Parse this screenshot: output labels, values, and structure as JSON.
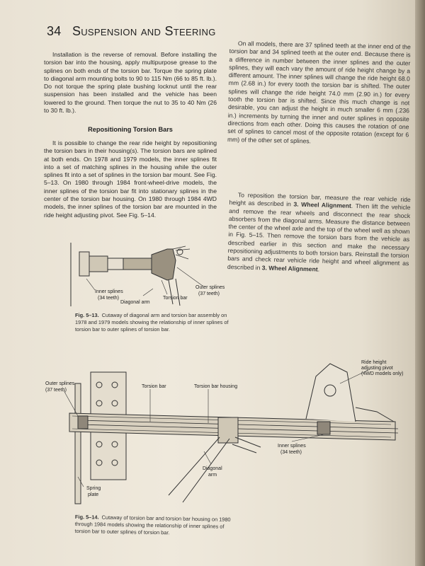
{
  "header": {
    "page_number": "34",
    "title": "Suspension and Steering"
  },
  "col1": {
    "para1": "Installation is the reverse of removal. Before installing the torsion bar into the housing, apply multipurpose grease to the splines on both ends of the torsion bar. Torque the spring plate to diagonal arm mounting bolts to 90 to 115 Nm (66 to 85 ft. lb.). Do not torque the spring plate bushing locknut until the rear suspension has been installed and the vehicle has been lowered to the ground. Then torque the nut to 35 to 40 Nm (26 to 30 ft. lb.).",
    "subheading": "Repositioning Torsion Bars",
    "para2": "It is possible to change the rear ride height by repositioning the torsion bars in their housing(s). The torsion bars are splined at both ends. On 1978 and 1979 models, the inner splines fit into a set of matching splines in the housing while the outer splines fit into a set of splines in the torsion bar mount. See Fig. 5–13. On 1980 through 1984 front-wheel-drive models, the inner splines of the torsion bar fit into stationary splines in the center of the torsion bar housing. On 1980 through 1984 4WD models, the inner splines of the torsion bar are mounted in the ride height adjusting pivot. See Fig. 5–14."
  },
  "col2": {
    "para1": "On all models, there are 37 splined teeth at the inner end of the torsion bar and 34 splined teeth at the outer end. Because there is a difference in number between the inner splines and the outer splines, they will each vary the amount of ride height change by a different amount. The inner splines will change the ride height 68.0 mm (2.68 in.) for every tooth the torsion bar is shifted. The outer splines will change the ride height 74.0 mm (2.90 in.) for every tooth the torsion bar is shifted. Since this much change is not desirable, you can adjust the height in much smaller 6 mm (.236 in.) increments by turning the inner and outer splines in opposite directions from each other. Doing this causes the rotation of one set of splines to cancel most of the opposite rotation (except for 6 mm) of the other set of splines.",
    "para2_a": "To reposition the torsion bar, measure the rear vehicle ride height as described in ",
    "para2_ref1": "3. Wheel Alignment",
    "para2_b": ". Then lift the vehicle and remove the rear wheels and disconnect the rear shock absorbers from the diagonal arms. Measure the distance between the center of the wheel axle and the top of the wheel well as shown in Fig. 5–15. Then remove the torsion bars from the vehicle as described earlier in this section and make the necessary repositioning adjustments to both torsion bars. Reinstall the torsion bars and check rear vehicle ride height and wheel alignment as described in ",
    "para2_ref2": "3. Wheel Alignment",
    "para2_c": "."
  },
  "fig13": {
    "label_inner": "Inner splines",
    "label_inner_teeth": "(34 teeth)",
    "label_outer": "Outer splines",
    "label_outer_teeth": "(37 teeth)",
    "label_torsion": "Torsion bar",
    "label_arm": "Diagonal arm",
    "caption_num": "Fig. 5–13.",
    "caption": "Cutaway of diagonal arm and torsion bar assembly on 1978 and 1979 models showing the relationship of inner splines of torsion bar to outer splines of torsion bar."
  },
  "fig14": {
    "label_outer": "Outer splines",
    "label_outer_teeth": "(37 teeth)",
    "label_torsion": "Torsion bar",
    "label_housing": "Torsion bar housing",
    "label_pivot1": "Ride height",
    "label_pivot2": "adjusting pivot",
    "label_pivot3": "(4WD models only)",
    "label_inner": "Inner splines",
    "label_inner_teeth": "(34 teeth)",
    "label_diag1": "Diagonal",
    "label_diag2": "arm",
    "label_spring1": "Spring",
    "label_spring2": "plate",
    "caption_num": "Fig. 5–14.",
    "caption": "Cutaway of torsion bar and torsion bar housing on 1980 through 1984 models showing the relationship of inner splines of torsion bar to outer splines of torsion bar."
  }
}
